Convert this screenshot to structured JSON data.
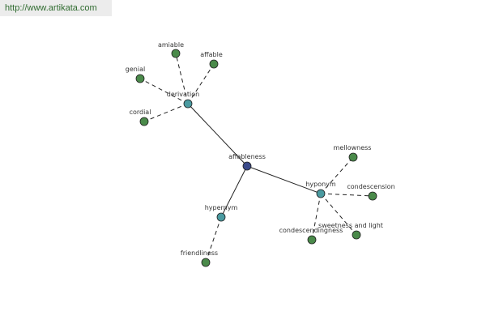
{
  "watermark": {
    "text": "http://www.artikata.com"
  },
  "colors": {
    "center": "#3a4a8a",
    "relation": "#4a9aa0",
    "leaf": "#4a8a4a",
    "edge": "#222222"
  },
  "graph": {
    "nodes": [
      {
        "id": "center",
        "label": "affableness",
        "kind": "center"
      },
      {
        "id": "derivation",
        "label": "derivation",
        "kind": "relation"
      },
      {
        "id": "hypernym",
        "label": "hypernym",
        "kind": "relation"
      },
      {
        "id": "hyponym",
        "label": "hyponym",
        "kind": "relation"
      },
      {
        "id": "amiable",
        "label": "amiable",
        "kind": "leaf"
      },
      {
        "id": "affable",
        "label": "affable",
        "kind": "leaf"
      },
      {
        "id": "genial",
        "label": "genial",
        "kind": "leaf"
      },
      {
        "id": "cordial",
        "label": "cordial",
        "kind": "leaf"
      },
      {
        "id": "friendliness",
        "label": "friendliness",
        "kind": "leaf"
      },
      {
        "id": "mellowness",
        "label": "mellowness",
        "kind": "leaf"
      },
      {
        "id": "condescension",
        "label": "condescension",
        "kind": "leaf"
      },
      {
        "id": "sweetness",
        "label": "sweetness and light",
        "kind": "leaf"
      },
      {
        "id": "condescendingness",
        "label": "condescendingness",
        "kind": "leaf"
      }
    ],
    "edges": [
      {
        "from": "center",
        "to": "derivation",
        "style": "solid"
      },
      {
        "from": "center",
        "to": "hypernym",
        "style": "solid"
      },
      {
        "from": "center",
        "to": "hyponym",
        "style": "solid"
      },
      {
        "from": "derivation",
        "to": "amiable",
        "style": "dashed"
      },
      {
        "from": "derivation",
        "to": "affable",
        "style": "dashed"
      },
      {
        "from": "derivation",
        "to": "genial",
        "style": "dashed"
      },
      {
        "from": "derivation",
        "to": "cordial",
        "style": "dashed"
      },
      {
        "from": "hypernym",
        "to": "friendliness",
        "style": "dashed"
      },
      {
        "from": "hyponym",
        "to": "mellowness",
        "style": "dashed"
      },
      {
        "from": "hyponym",
        "to": "condescension",
        "style": "dashed"
      },
      {
        "from": "hyponym",
        "to": "sweetness",
        "style": "dashed"
      },
      {
        "from": "hyponym",
        "to": "condescendingness",
        "style": "dashed"
      }
    ]
  }
}
